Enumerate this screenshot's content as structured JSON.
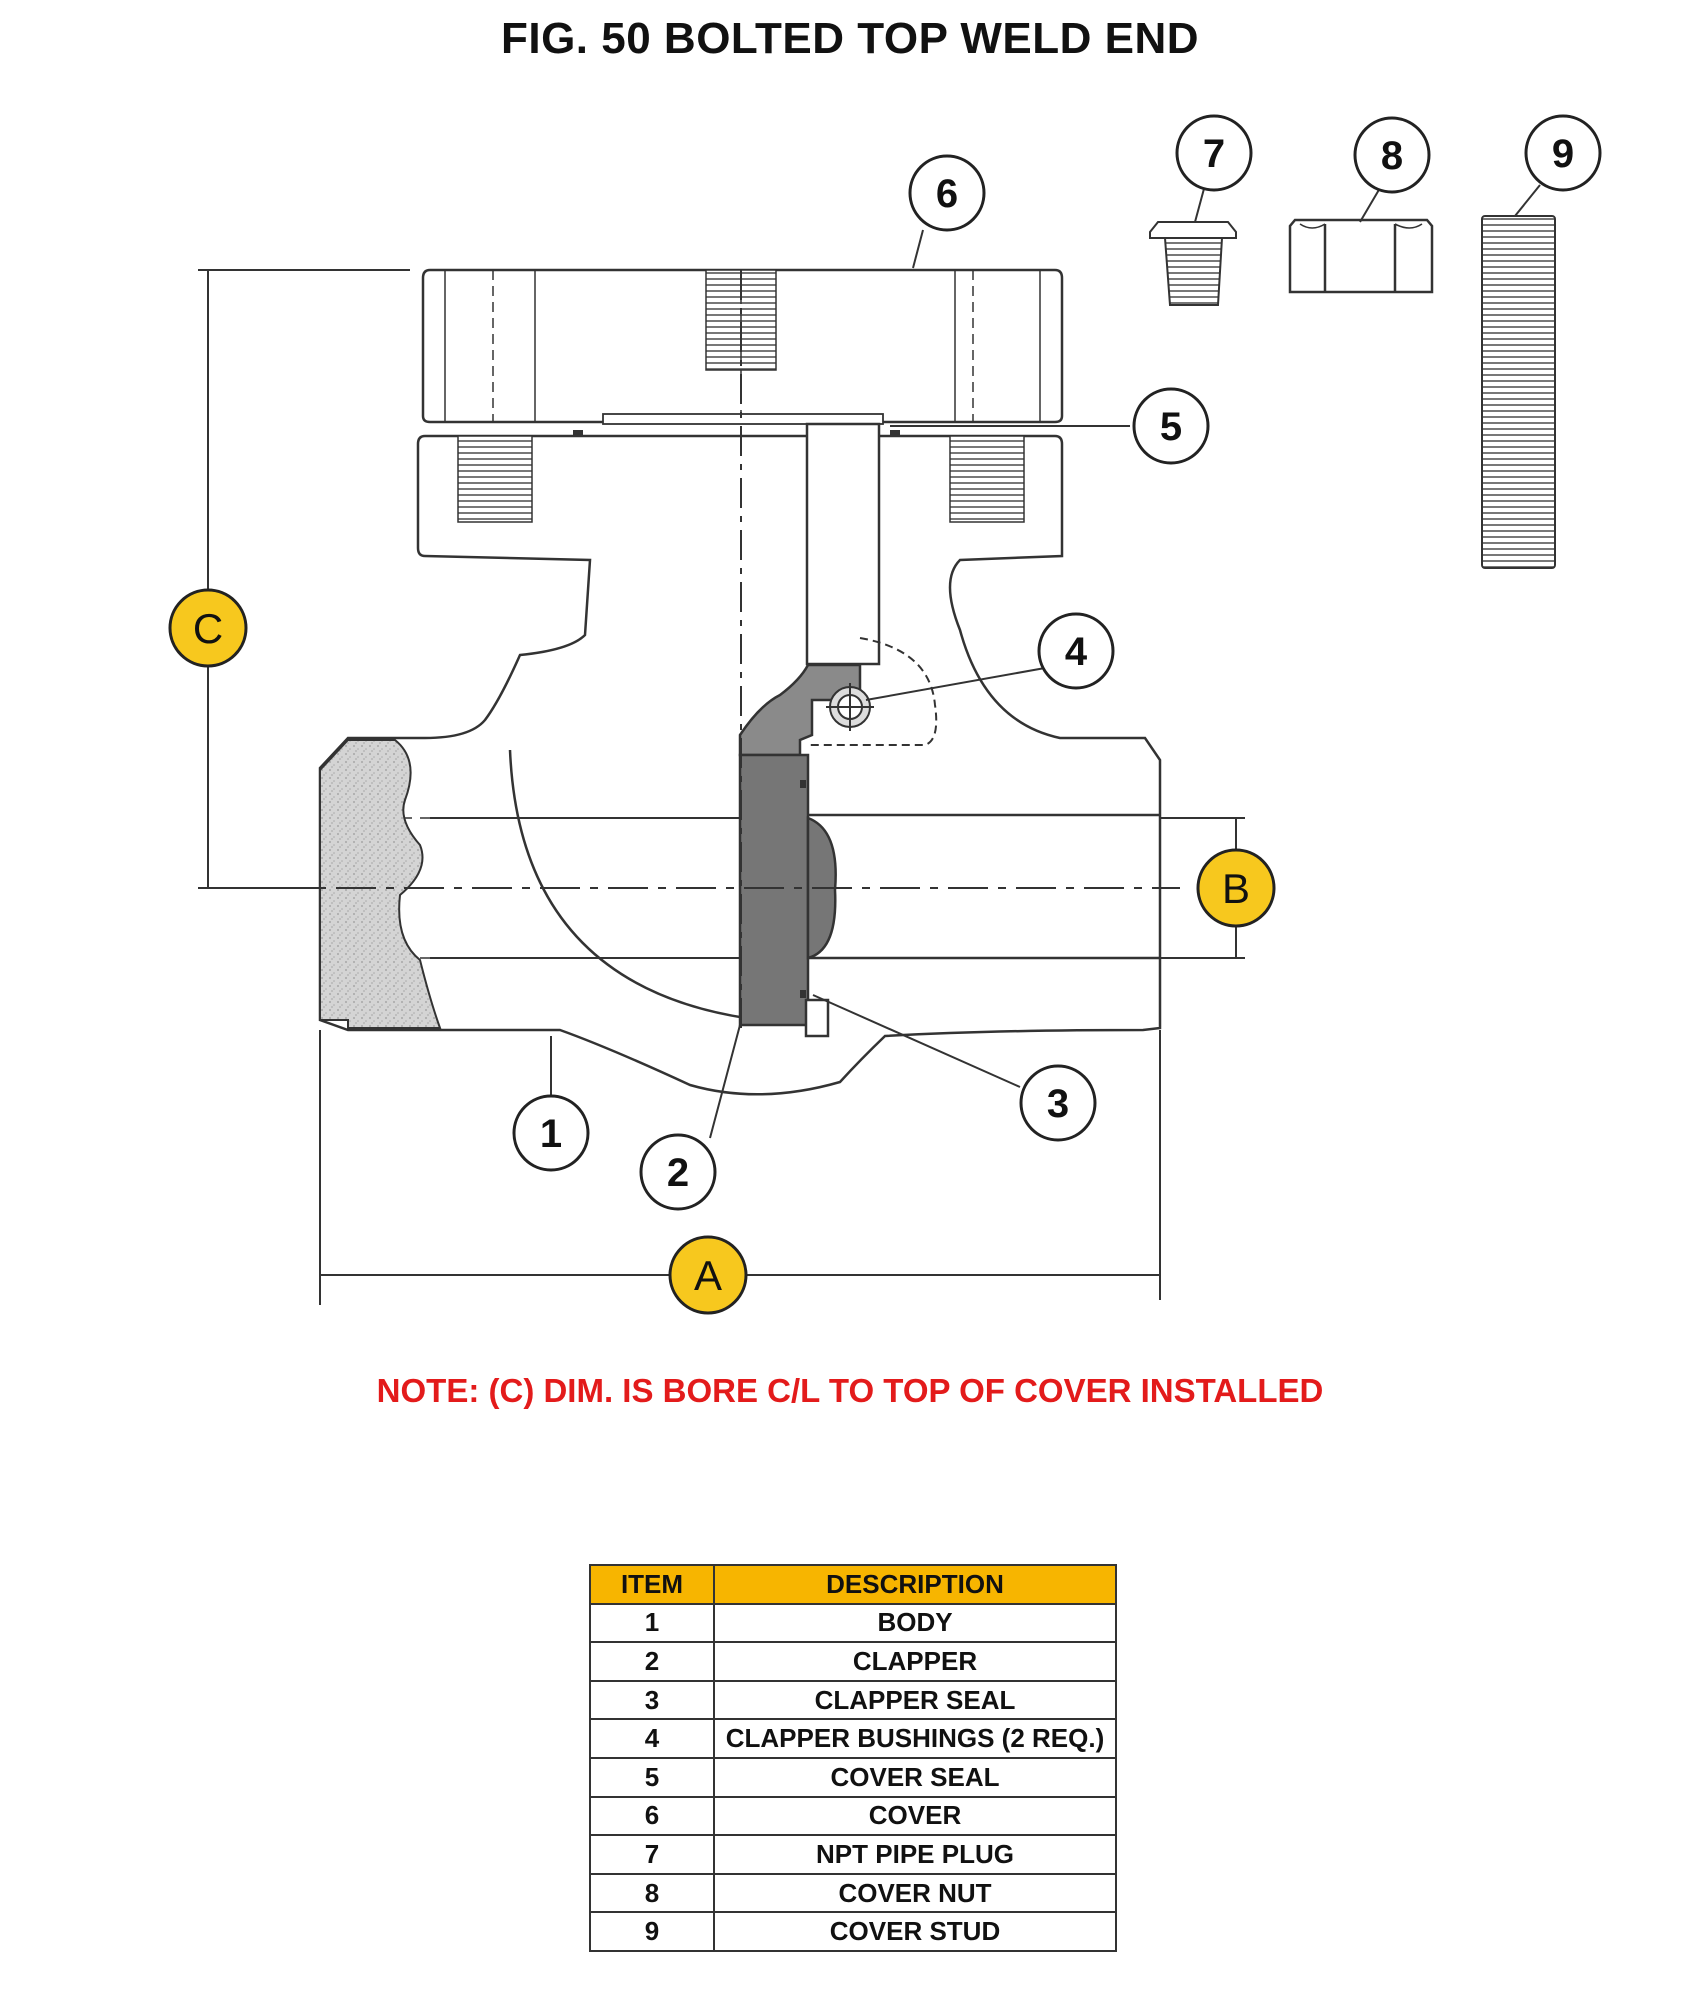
{
  "title": "FIG. 50 BOLTED TOP WELD END",
  "note": "NOTE: (C) DIM. IS BORE C/L TO TOP OF COVER INSTALLED",
  "dimensions": {
    "a": "A",
    "b": "B",
    "c": "C"
  },
  "callouts": [
    "1",
    "2",
    "3",
    "4",
    "5",
    "6",
    "7",
    "8",
    "9"
  ],
  "table": {
    "headers": {
      "item": "ITEM",
      "description": "DESCRIPTION"
    },
    "rows": [
      {
        "item": "1",
        "description": "BODY"
      },
      {
        "item": "2",
        "description": "CLAPPER"
      },
      {
        "item": "3",
        "description": "CLAPPER SEAL"
      },
      {
        "item": "4",
        "description": "CLAPPER BUSHINGS (2 REQ.)"
      },
      {
        "item": "5",
        "description": "COVER SEAL"
      },
      {
        "item": "6",
        "description": "COVER"
      },
      {
        "item": "7",
        "description": "NPT PIPE PLUG"
      },
      {
        "item": "8",
        "description": "COVER NUT"
      },
      {
        "item": "9",
        "description": "COVER STUD"
      }
    ]
  },
  "colors": {
    "dimension_badge": "#f7c81e",
    "note_text": "#e31b1b",
    "table_header": "#f7b500",
    "clapper_fill": "#7a7a7a",
    "weld_fill": "#cfcfcf"
  }
}
